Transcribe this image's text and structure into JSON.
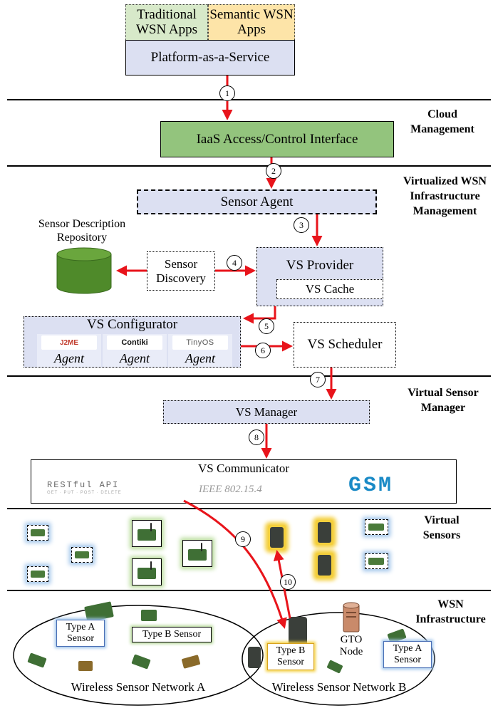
{
  "top": {
    "traditional": "Traditional WSN Apps",
    "semantic": "Semantic WSN Apps",
    "paas": "Platform-as-a-Service"
  },
  "sections": {
    "cloud": "Cloud Management",
    "virtualized": "Virtualized WSN Infrastructure Management",
    "vsm": "Virtual Sensor Manager",
    "virtual_sensors": "Virtual Sensors",
    "wsn": "WSN Infrastructure"
  },
  "iaas": "IaaS Access/Control Interface",
  "sensor_agent": "Sensor Agent",
  "repository": "Sensor Description Repository",
  "discovery": "Sensor Discovery",
  "vs_provider": "VS Provider",
  "vs_cache": "VS Cache",
  "vs_configurator": {
    "title": "VS Configurator",
    "agents": [
      {
        "logo": "J2ME",
        "label": "Agent"
      },
      {
        "logo": "Contiki",
        "label": "Agent"
      },
      {
        "logo": "TinyOS",
        "label": "Agent"
      }
    ]
  },
  "vs_scheduler": "VS Scheduler",
  "vs_manager": "VS Manager",
  "communicator": {
    "title": "VS Communicator",
    "restful": "RESTful API",
    "restful_sub": "GET · PUT · POST · DELETE",
    "ieee": "IEEE 802.15.4",
    "gsm": "GSM"
  },
  "steps": [
    "1",
    "2",
    "3",
    "4",
    "5",
    "6",
    "7",
    "8",
    "9",
    "10"
  ],
  "network_a": {
    "label": "Wireless Sensor Network A",
    "type_a": "Type A Sensor",
    "type_b": "Type B Sensor"
  },
  "network_b": {
    "label": "Wireless Sensor Network B",
    "type_b": "Type B Sensor",
    "type_a": "Type A Sensor",
    "gto": "GTO Node"
  },
  "colors": {
    "arrow": "#e8141b",
    "traditional_fill": "#d7e9c9",
    "semantic_fill": "#fde4a8",
    "box_fill": "#dce0f2",
    "iaas_fill": "#93c47d",
    "repo_fill": "#4f8a2a",
    "gsm_blue": "#1a8ac6",
    "glow_blue": "#9fc4ea",
    "glow_green": "#b9dc9c",
    "glow_yellow": "#f4cf3d"
  }
}
